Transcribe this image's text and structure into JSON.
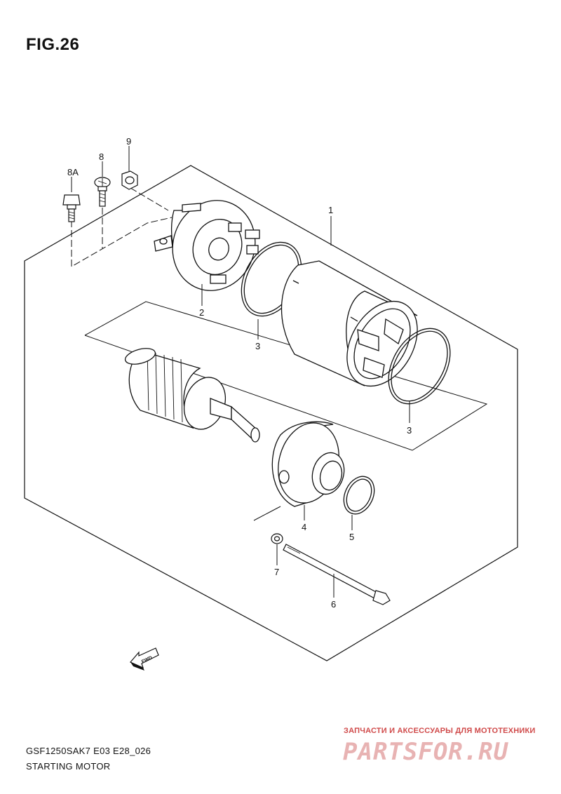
{
  "figure": {
    "title": "FIG.26",
    "model_code": "GSF1250SAK7 E03 E28_026",
    "caption": "STARTING MOTOR"
  },
  "parts": [
    {
      "ref": "1"
    },
    {
      "ref": "2"
    },
    {
      "ref": "3"
    },
    {
      "ref": "3"
    },
    {
      "ref": "4"
    },
    {
      "ref": "5"
    },
    {
      "ref": "6"
    },
    {
      "ref": "7"
    },
    {
      "ref": "8"
    },
    {
      "ref": "8A"
    },
    {
      "ref": "9"
    }
  ],
  "direction_marker": {
    "text": "FWD",
    "icon": "fwd-arrow-icon"
  },
  "watermark": {
    "tagline": "ЗАПЧАСТИ И АКСЕССУАРЫ ДЛЯ МОТОТЕХНИКИ",
    "logo": "PARTSFOR.RU",
    "color": "#d04a4a"
  }
}
